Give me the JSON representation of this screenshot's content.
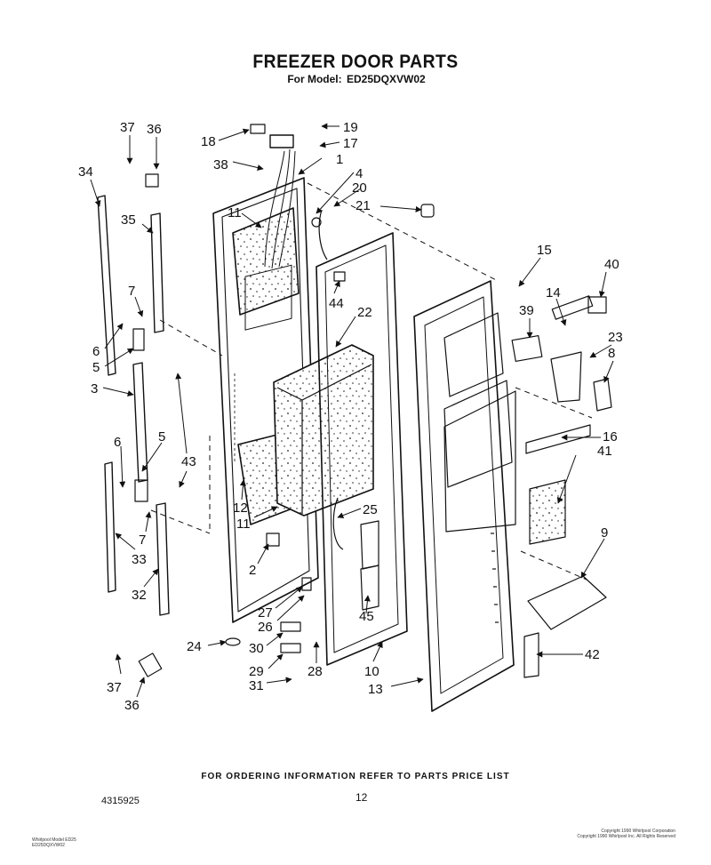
{
  "page": {
    "title": "FREEZER DOOR PARTS",
    "model_label": "For Model:",
    "model_number": "ED25DQXVW02",
    "ordering_note": "FOR ORDERING INFORMATION REFER TO PARTS PRICE LIST",
    "page_number": "12",
    "document_number": "4315925",
    "footer_left": [
      "Whirlpool Model ED25",
      "ED25DQXVW02"
    ],
    "footer_right": [
      "Copyright 1990 Whirlpool Corporation",
      "Copyright 1990 Whirlpool Inc. All Rights Reserved"
    ]
  },
  "callouts": [
    "1",
    "2",
    "3",
    "4",
    "5",
    "6",
    "7",
    "8",
    "9",
    "10",
    "11",
    "12",
    "13",
    "14",
    "15",
    "16",
    "17",
    "18",
    "19",
    "20",
    "21",
    "22",
    "23",
    "24",
    "25",
    "26",
    "27",
    "28",
    "29",
    "30",
    "31",
    "32",
    "33",
    "34",
    "35",
    "36",
    "37",
    "38",
    "39",
    "40",
    "41",
    "42",
    "43",
    "44",
    "45"
  ],
  "labels": {
    "c1": "1",
    "c2": "2",
    "c3": "3",
    "c4": "4",
    "c5a": "5",
    "c5b": "5",
    "c6a": "6",
    "c6b": "6",
    "c7a": "7",
    "c7b": "7",
    "c8": "8",
    "c9": "9",
    "c10": "10",
    "c11a": "11",
    "c11b": "11",
    "c12": "12",
    "c13": "13",
    "c14": "14",
    "c15": "15",
    "c16": "16",
    "c17": "17",
    "c18": "18",
    "c19": "19",
    "c20": "20",
    "c21": "21",
    "c22": "22",
    "c23": "23",
    "c24": "24",
    "c25": "25",
    "c26": "26",
    "c27": "27",
    "c28": "28",
    "c29": "29",
    "c30": "30",
    "c31": "31",
    "c32": "32",
    "c33": "33",
    "c34": "34",
    "c35": "35",
    "c36a": "36",
    "c36b": "36",
    "c37a": "37",
    "c37b": "37",
    "c38": "38",
    "c39": "39",
    "c40": "40",
    "c41": "41",
    "c42": "42",
    "c43": "43",
    "c44": "44",
    "c45": "45"
  }
}
